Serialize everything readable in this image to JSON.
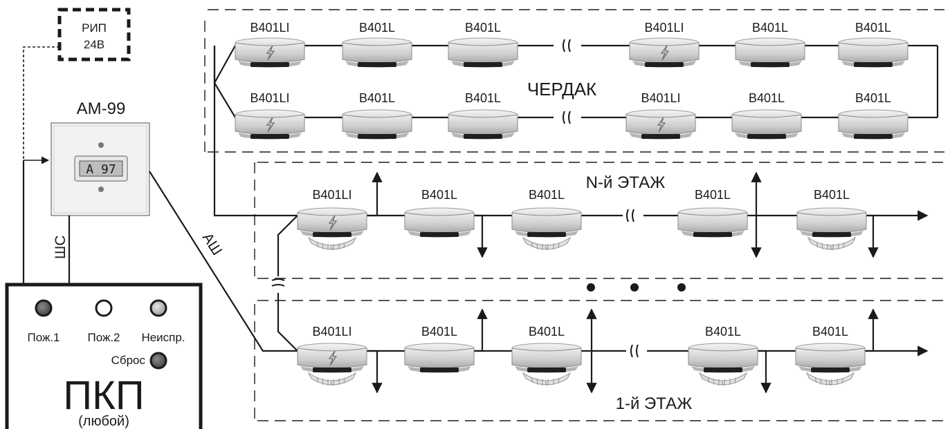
{
  "rip": {
    "line1": "РИП",
    "line2": "24В"
  },
  "am99": {
    "title": "АМ-99",
    "display": "A 97"
  },
  "wire_labels": {
    "shs": "ШС",
    "ash": "АШ"
  },
  "zones": {
    "attic": "ЧЕРДАК",
    "floor_n": "N-й ЭТАЖ",
    "floor_1": "1-й ЭТАЖ"
  },
  "detectors": {
    "attic_row1": [
      "B401LI",
      "B401L",
      "B401L",
      "B401LI",
      "B401L",
      "B401L"
    ],
    "attic_row2": [
      "B401LI",
      "B401L",
      "B401L",
      "B401LI",
      "B401L",
      "B401L"
    ],
    "floor_n": [
      "B401LI",
      "B401L",
      "B401L",
      "B401L",
      "B401L"
    ],
    "floor_1": [
      "B401LI",
      "B401L",
      "B401L",
      "B401L",
      "B401L"
    ]
  },
  "pkp": {
    "led1": "Пож.1",
    "led2": "Пож.2",
    "led3": "Неиспр.",
    "reset": "Сброс",
    "title": "ПКП",
    "subtitle": "(любой)"
  },
  "colors": {
    "line": "#1a1a1a",
    "detector_body": "#d4d4d4",
    "panel_bg": "#ffffff"
  }
}
